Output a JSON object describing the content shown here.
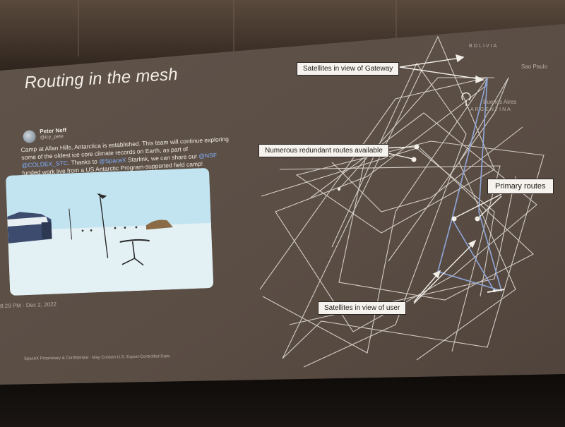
{
  "slide": {
    "title": "Routing in the mesh",
    "footer": "SpaceX Proprietary & Confidential · May Contain U.S. Export-Controlled Data"
  },
  "tweet": {
    "author": "Peter Neff",
    "handle": "@icy_pete",
    "text_part1": "Camp at Allan Hills, Antarctica is established. This team will continue exploring some of the oldest ice core climate records on Earth, as part of ",
    "mention_coldex": "@COLDEX_STC",
    "text_part2": ". Thanks to ",
    "mention_spacex": "@SpaceX",
    "text_part3": " Starlink, we can share our ",
    "mention_nsf": "@NSF",
    "text_part4": " funded work live from a US Antarctic Program-supported field camp!",
    "timestamp": "8:29 PM · Dec 2, 2022"
  },
  "callouts": {
    "gateway": "Satellites in view of Gateway",
    "redundant": "Numerous redundant routes available",
    "primary": "Primary routes",
    "user": "Satellites in view of user"
  },
  "map_labels": {
    "bolivia": "BOLIVIA",
    "sao_paulo": "Sao Paulo",
    "buenos_aires": "Buenos Aires",
    "argentina": "ARGENTINA"
  },
  "colors": {
    "slide_bg": "#5b4e45",
    "mesh_line": "#e8e4de",
    "primary_route": "#8fa6d8",
    "callout_bg": "#f6f3ee"
  }
}
